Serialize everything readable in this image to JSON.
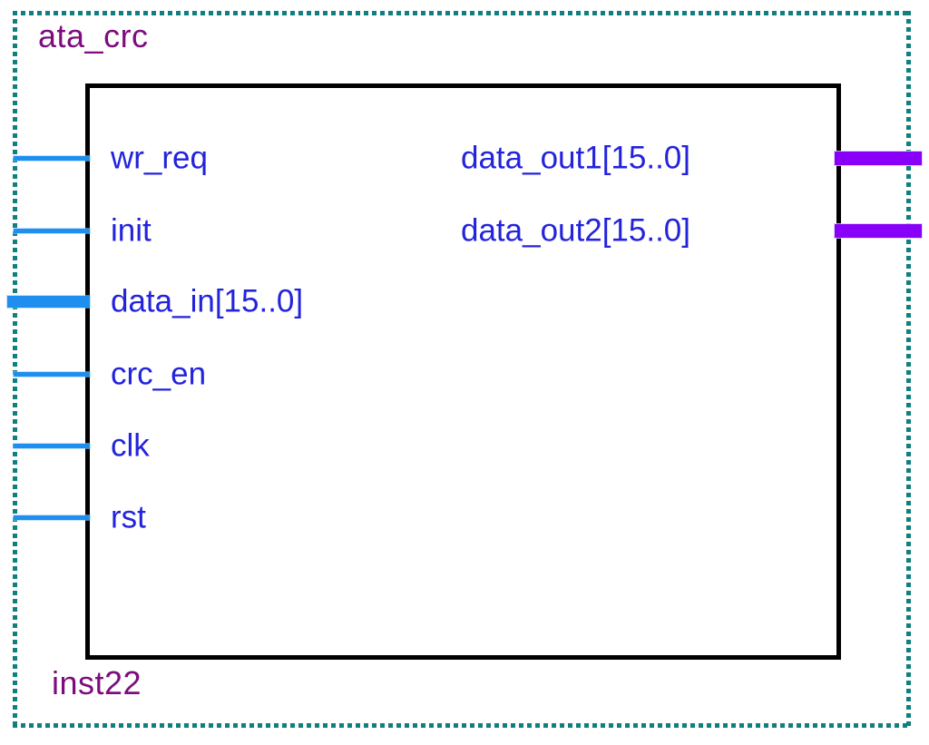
{
  "symbol": {
    "name": "ata_crc",
    "instance": "inst22",
    "inputs": [
      {
        "label": "wr_req",
        "bus": false
      },
      {
        "label": "init",
        "bus": false
      },
      {
        "label": "data_in[15..0]",
        "bus": true
      },
      {
        "label": "crc_en",
        "bus": false
      },
      {
        "label": "clk",
        "bus": false
      },
      {
        "label": "rst",
        "bus": false
      }
    ],
    "outputs": [
      {
        "label": "data_out1[15..0]",
        "bus": true
      },
      {
        "label": "data_out2[15..0]",
        "bus": true
      }
    ]
  },
  "colors": {
    "selection_border": "#117f7f",
    "symbol_text": "#7d0c7d",
    "port_text": "#2323dc",
    "wire_blue": "#1e8fef",
    "bus_purple": "#8800f8",
    "box_border": "#000000"
  }
}
